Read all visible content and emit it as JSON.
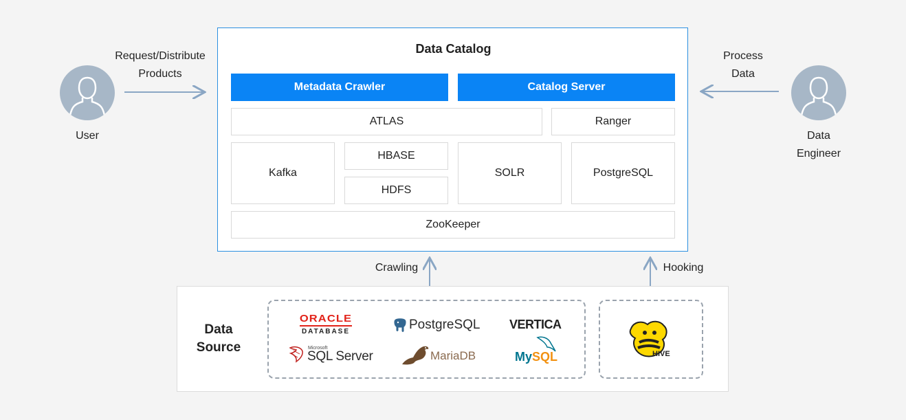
{
  "catalog": {
    "title": "Data Catalog",
    "metadata_crawler": "Metadata Crawler",
    "catalog_server": "Catalog Server",
    "atlas": "ATLAS",
    "ranger": "Ranger",
    "kafka": "Kafka",
    "hbase": "HBASE",
    "hdfs": "HDFS",
    "solr": "SOLR",
    "postgresql": "PostgreSQL",
    "zookeeper": "ZooKeeper"
  },
  "user": {
    "label": "User",
    "arrow_label_line1": "Request/Distribute",
    "arrow_label_line2": "Products"
  },
  "engineer": {
    "label_line1": "Data",
    "label_line2": "Engineer",
    "arrow_label_line1": "Process",
    "arrow_label_line2": "Data"
  },
  "flows": {
    "crawling": "Crawling",
    "hooking": "Hooking"
  },
  "data_source": {
    "title_line1": "Data",
    "title_line2": "Source",
    "logos": {
      "oracle_top": "ORACLE",
      "oracle_bottom": "DATABASE",
      "postgresql": "PostgreSQL",
      "vertica": "VERTICA",
      "microsoft": "Microsoft",
      "sqlserver": "SQL Server",
      "mariadb": "MariaDB",
      "mysql_my": "My",
      "mysql_sql": "SQL",
      "hive": "HIVE"
    }
  },
  "colors": {
    "accent_blue": "#0a84f5",
    "border_blue": "#2b8fe0",
    "arrow": "#8aa6c4",
    "avatar": "#a7b7c7",
    "oracle_red": "#e2231a",
    "mysql_blue": "#00758f",
    "mysql_orange": "#f29111",
    "hive_yellow": "#fdd800"
  }
}
